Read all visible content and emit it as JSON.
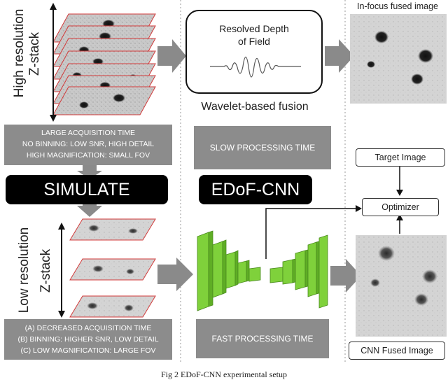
{
  "left": {
    "high_res_label": "High resolution",
    "high_res_sublabel": "Z-stack",
    "info_high": [
      "LARGE ACQUISITION TIME",
      "NO BINNING: LOW SNR, HIGH DETAIL",
      "HIGH MAGNIFICATION: SMALL FOV"
    ],
    "simulate_label": "SIMULATE",
    "low_res_label": "Low resolution",
    "low_res_sublabel": "Z-stack",
    "info_low": [
      "(A) DECREASED ACQUISITION TIME",
      "(B) BINNING: HIGHER SNR, LOW DETAIL",
      "(C) LOW MAGNIFICATION: LARGE FOV"
    ]
  },
  "middle": {
    "resolved_label_line1": "Resolved Depth",
    "resolved_label_line2": "of Field",
    "wavelet_label": "Wavelet-based fusion",
    "slow_label": "SLOW PROCESSING TIME",
    "edof_label": "EDoF-CNN",
    "fast_label": "FAST PROCESSING TIME"
  },
  "right": {
    "infocus_label": "In-focus fused image",
    "target_label": "Target Image",
    "optimizer_label": "Optimizer",
    "cnn_fused_label": "CNN Fused Image"
  },
  "caption": "Fig 2 EDoF-CNN experimental setup",
  "colors": {
    "gray_box": "#8c8c8c",
    "cnn_green": "#7fd13b",
    "slice_border": "#d23a3a",
    "arrow_gray": "#8a8a8a"
  }
}
